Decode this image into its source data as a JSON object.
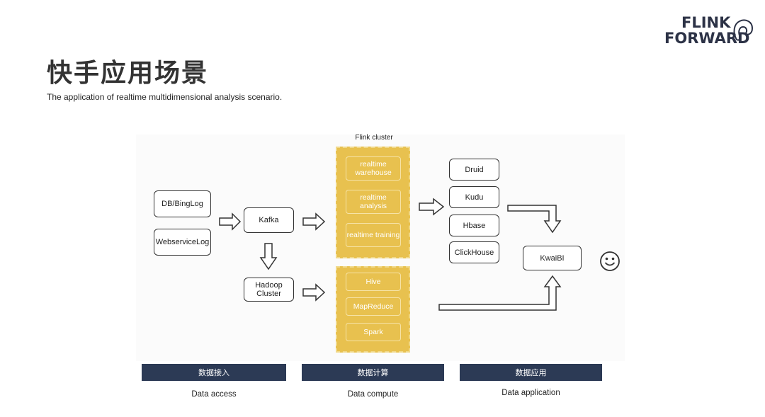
{
  "slide": {
    "title": "快手应用场景",
    "subtitle": "The application of realtime multidimensional analysis scenario."
  },
  "logo": {
    "line1": "FLINK",
    "line2": "FORWARD"
  },
  "diagram": {
    "sources": [
      "DB/BingLog",
      "WebserviceLog"
    ],
    "kafka": "Kafka",
    "hadoop": "Hadoop Cluster",
    "flink_cluster_label": "Flink cluster",
    "flink_items": [
      "realtime warehouse",
      "realtime analysis",
      "realtime training"
    ],
    "batch_items": [
      "Hive",
      "MapReduce",
      "Spark"
    ],
    "storage": [
      "Druid",
      "Kudu",
      "Hbase",
      "ClickHouse"
    ],
    "bi": "KwaiBI"
  },
  "stages": [
    {
      "label": "数据接入",
      "caption": "Data access"
    },
    {
      "label": "数据计算",
      "caption": "Data compute"
    },
    {
      "label": "数据应用",
      "caption": "Data application"
    }
  ],
  "colors": {
    "cluster": "#e8c14f",
    "stage_bar": "#2c3a55",
    "logo": "#2c3246"
  }
}
